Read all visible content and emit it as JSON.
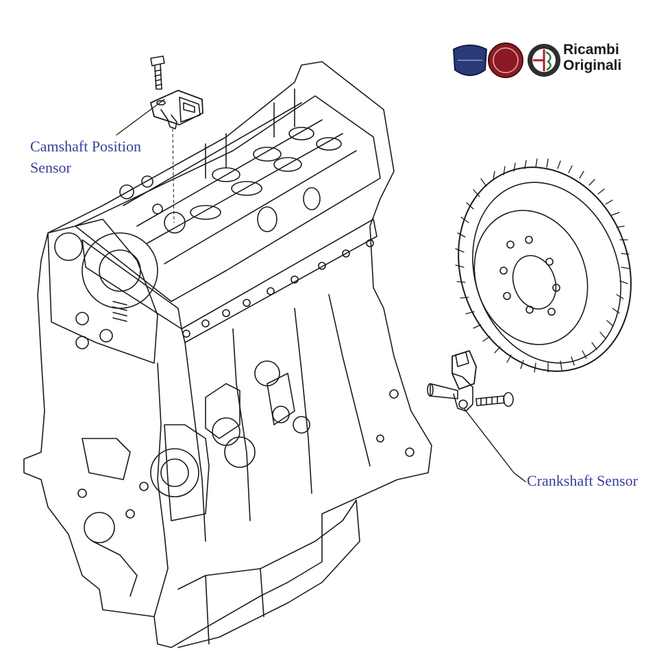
{
  "labels": {
    "camshaft_line1": "Camshaft Position",
    "camshaft_line2": "Sensor",
    "crankshaft": "Crankshaft Sensor"
  },
  "branding": {
    "line1": "Ricambi",
    "line2": "Originali",
    "logos": [
      {
        "name": "LANCIA",
        "color": "#2b3a78"
      },
      {
        "name": "FIAT",
        "color": "#8c1a24"
      },
      {
        "name": "ALFA ROMEO",
        "color": "#2e2e2e"
      }
    ]
  },
  "colors": {
    "label": "#3a3f96",
    "line_art": "#1a1a1a"
  }
}
